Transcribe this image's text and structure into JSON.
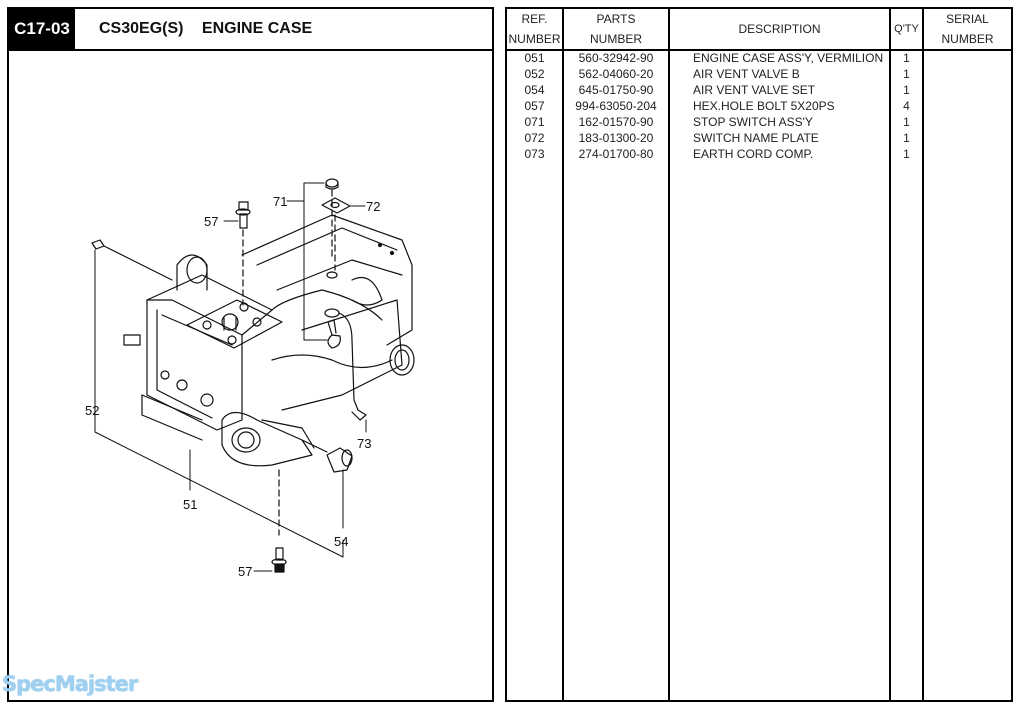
{
  "header": {
    "page_code": "C17-03",
    "model": "CS30EG(S)",
    "section_title": "ENGINE CASE"
  },
  "diagram": {
    "callouts": {
      "c51": "51",
      "c52": "52",
      "c54": "54",
      "c57_top": "57",
      "c57_bottom": "57",
      "c71": "71",
      "c72": "72",
      "c73": "73"
    }
  },
  "watermark": "SpecMajster",
  "table": {
    "headers": {
      "ref_line1": "REF.",
      "ref_line2": "NUMBER",
      "parts_line1": "PARTS",
      "parts_line2": "NUMBER",
      "description": "DESCRIPTION",
      "qty": "Q'TY",
      "serial_line1": "SERIAL",
      "serial_line2": "NUMBER"
    },
    "rows": [
      {
        "ref": "051",
        "part": "560-32942-90",
        "desc": "ENGINE CASE ASS'Y, VERMILION",
        "qty": "1",
        "serial": ""
      },
      {
        "ref": "052",
        "part": "562-04060-20",
        "desc": "AIR VENT VALVE B",
        "qty": "1",
        "serial": ""
      },
      {
        "ref": "054",
        "part": "645-01750-90",
        "desc": "AIR VENT VALVE SET",
        "qty": "1",
        "serial": ""
      },
      {
        "ref": "057",
        "part": "994-63050-204",
        "desc": "HEX.HOLE BOLT 5X20PS",
        "qty": "4",
        "serial": ""
      },
      {
        "ref": "071",
        "part": "162-01570-90",
        "desc": "STOP SWITCH ASS'Y",
        "qty": "1",
        "serial": ""
      },
      {
        "ref": "072",
        "part": "183-01300-20",
        "desc": "SWITCH NAME PLATE",
        "qty": "1",
        "serial": ""
      },
      {
        "ref": "073",
        "part": "274-01700-80",
        "desc": "EARTH CORD COMP.",
        "qty": "1",
        "serial": ""
      }
    ]
  }
}
